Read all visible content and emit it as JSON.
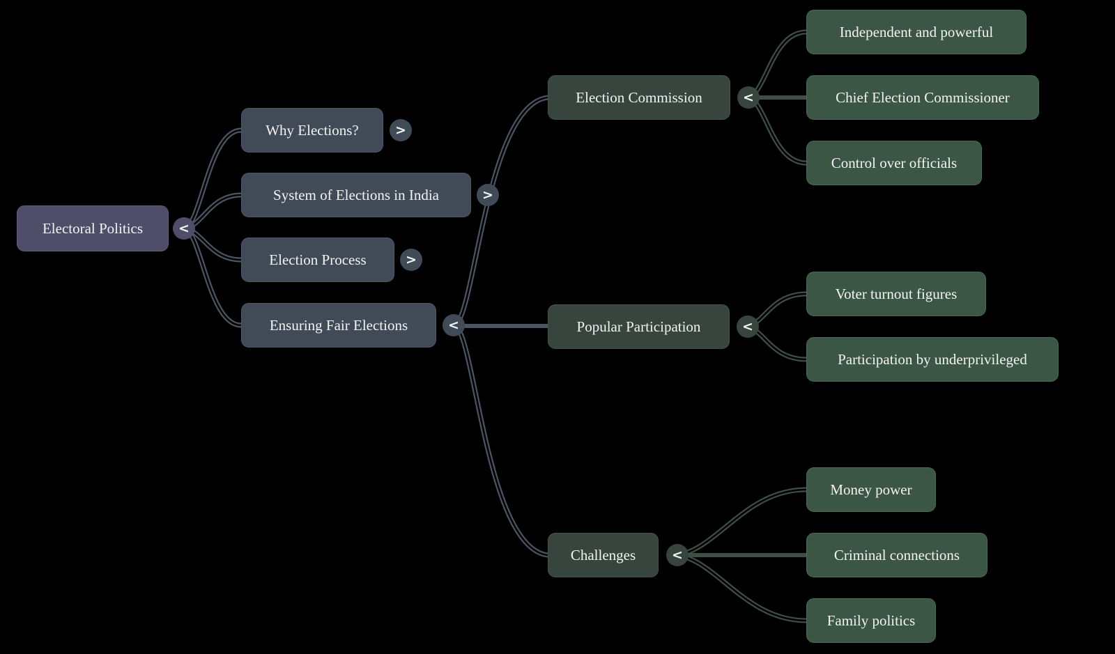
{
  "mindmap": {
    "root": {
      "label": "Electoral Politics",
      "toggle": "<"
    },
    "topics": [
      {
        "label": "Why Elections?",
        "toggle": ">"
      },
      {
        "label": "System of Elections in India",
        "toggle": ">"
      },
      {
        "label": "Election Process",
        "toggle": ">"
      },
      {
        "label": "Ensuring Fair Elections",
        "toggle": "<"
      }
    ],
    "subtopics": [
      {
        "label": "Election Commission",
        "toggle": "<"
      },
      {
        "label": "Popular Participation",
        "toggle": "<"
      },
      {
        "label": "Challenges",
        "toggle": "<"
      }
    ],
    "details": [
      {
        "label": "Independent and powerful"
      },
      {
        "label": "Chief Election Commissioner"
      },
      {
        "label": "Control over officials"
      },
      {
        "label": "Voter turnout figures"
      },
      {
        "label": "Participation by underprivileged"
      },
      {
        "label": "Money power"
      },
      {
        "label": "Criminal connections"
      },
      {
        "label": "Family politics"
      }
    ]
  },
  "colors": {
    "bg": "#000000",
    "text": "#f2f3f4",
    "root_fill": "#4e4e68",
    "root_border": "#5e5e7a",
    "l2_fill": "#414b58",
    "l2_border": "#4d5866",
    "l3_fill": "#37453e",
    "l3_border": "#425349",
    "leaf_fill": "#3b5645",
    "leaf_border": "#4a6b56",
    "edge_slate": "#4c5564",
    "edge_green": "#3f4f46"
  }
}
